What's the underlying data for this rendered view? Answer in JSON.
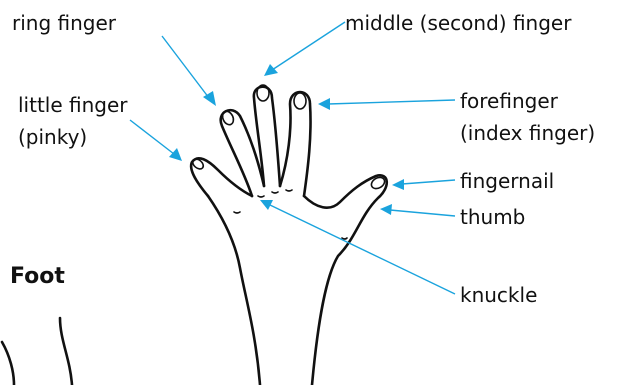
{
  "labels": {
    "ring": "ring finger",
    "middle": "middle (second) finger",
    "little_line1": "little finger",
    "little_line2": "(pinky)",
    "fore_line1": "forefinger",
    "fore_line2": "(index finger)",
    "fingernail": "fingernail",
    "thumb": "thumb",
    "knuckle": "knuckle",
    "foot": "Foot"
  },
  "colors": {
    "pointer": "#1aa3dd",
    "outline": "#111111"
  }
}
